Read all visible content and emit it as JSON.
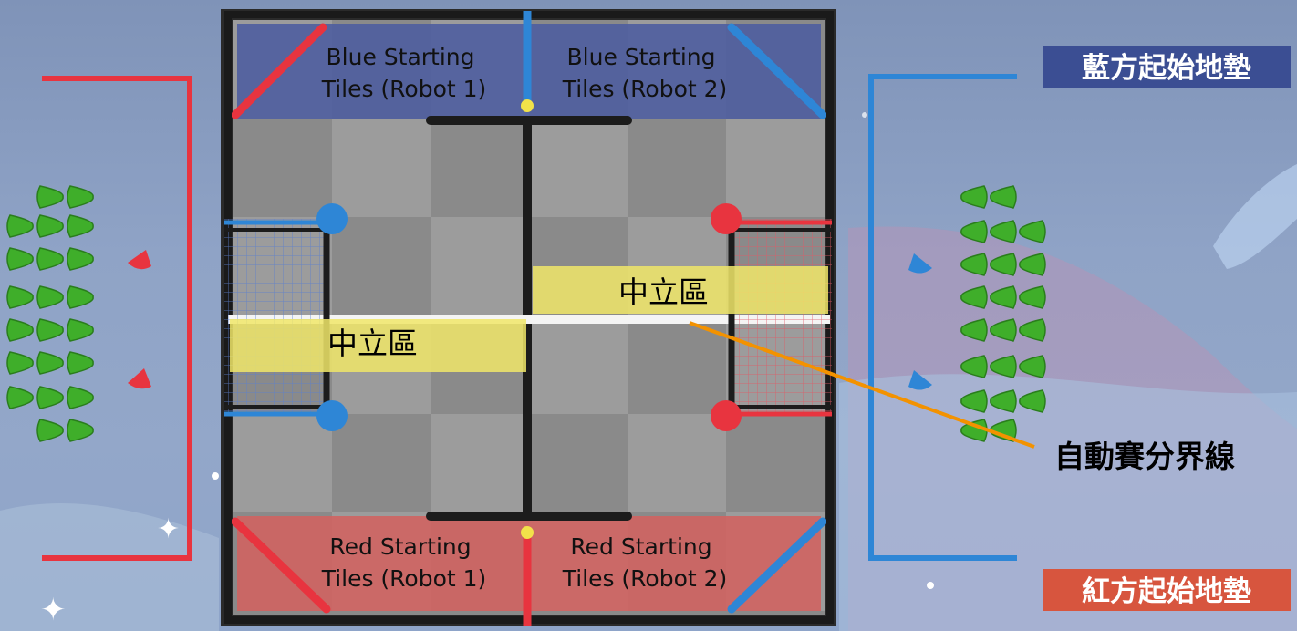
{
  "field": {
    "blue_tiles_robot1": [
      "Blue Starting",
      "Tiles (Robot 1)"
    ],
    "blue_tiles_robot2": [
      "Blue Starting",
      "Tiles (Robot 2)"
    ],
    "red_tiles_robot1": [
      "Red Starting",
      "Tiles (Robot 1)"
    ],
    "red_tiles_robot2": [
      "Red Starting",
      "Tiles (Robot 2)"
    ],
    "neutral_zone_label": "中立區"
  },
  "callouts": {
    "autonomous_line": "自動賽分界線"
  },
  "legend": {
    "blue_starting_mat": "藍方起始地墊",
    "red_starting_mat": "紅方起始地墊"
  },
  "colors": {
    "blue_alliance": "#2e86d6",
    "red_alliance": "#e8343f",
    "neutral_zone": "#f0e668",
    "triball": "#3fae2a",
    "callout_line": "#f39200",
    "blue_badge": "#3b4e93",
    "red_badge": "#d7553e"
  }
}
